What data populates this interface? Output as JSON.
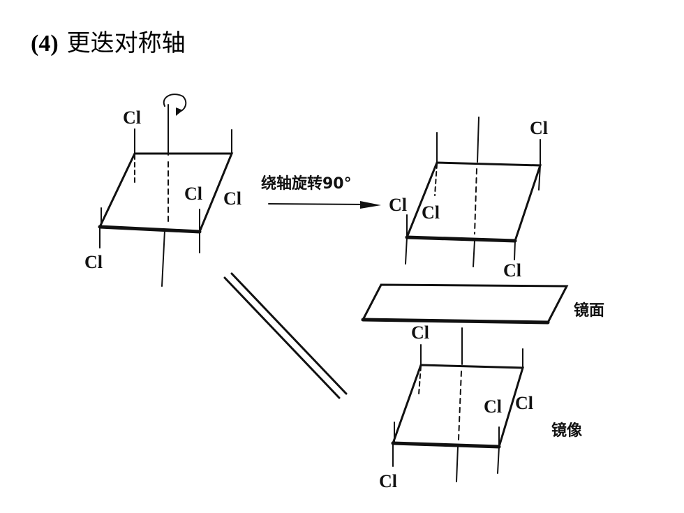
{
  "title": {
    "number": "(4)",
    "text": "更迭对称轴"
  },
  "labels": {
    "atom": "Cl",
    "rotation": "绕轴旋转90°",
    "mirror": "镜面",
    "mirror_image": "镜像"
  }
}
